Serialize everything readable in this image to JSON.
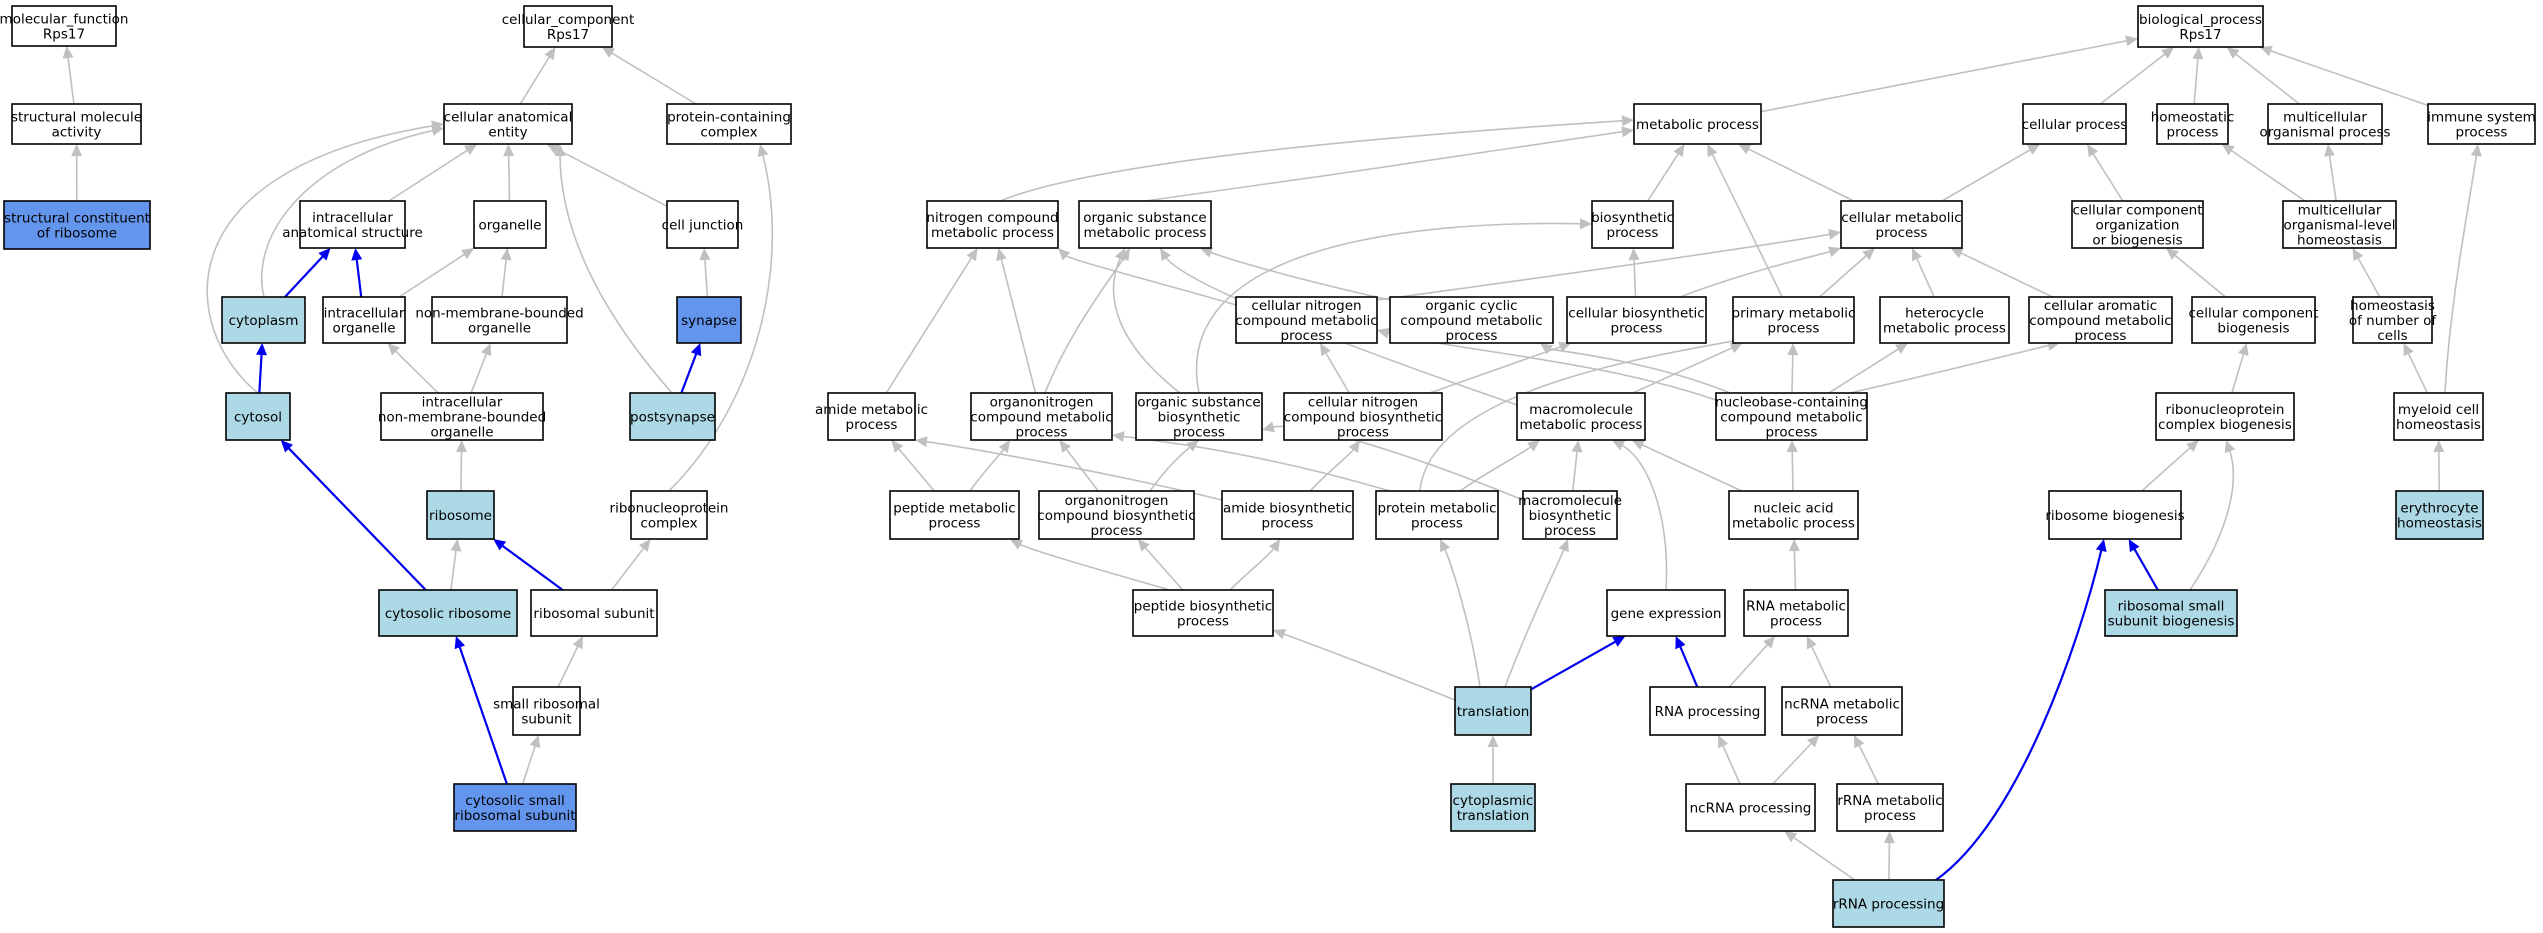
{
  "colors": {
    "default_fill": "#ffffff",
    "annotated_fill": "#add8e6",
    "direct_fill": "#6495ed",
    "grey_edge": "#c0c0c0",
    "blue_edge": "#0000ee",
    "border": "#000000"
  },
  "nodes": {
    "mf_root": {
      "lines": [
        "molecular_function",
        "Rps17"
      ],
      "fill": "default"
    },
    "struct_mol_act": {
      "lines": [
        "structural molecule",
        "activity"
      ],
      "fill": "default"
    },
    "struct_const_ribo": {
      "lines": [
        "structural constituent",
        "of ribosome"
      ],
      "fill": "direct"
    },
    "cc_root": {
      "lines": [
        "cellular_component",
        "Rps17"
      ],
      "fill": "default"
    },
    "cell_anat_entity": {
      "lines": [
        "cellular anatomical",
        "entity"
      ],
      "fill": "default"
    },
    "protein_cont_complex": {
      "lines": [
        "protein-containing",
        "complex"
      ],
      "fill": "default"
    },
    "intracell_anat": {
      "lines": [
        "intracellular",
        "anatomical structure"
      ],
      "fill": "default"
    },
    "organelle": {
      "lines": [
        "organelle"
      ],
      "fill": "default"
    },
    "cell_junction": {
      "lines": [
        "cell junction"
      ],
      "fill": "default"
    },
    "cytoplasm": {
      "lines": [
        "cytoplasm"
      ],
      "fill": "annotated"
    },
    "intracell_organelle": {
      "lines": [
        "intracellular",
        "organelle"
      ],
      "fill": "default"
    },
    "nonmem_organelle": {
      "lines": [
        "non-membrane-bounded",
        "organelle"
      ],
      "fill": "default"
    },
    "synapse": {
      "lines": [
        "synapse"
      ],
      "fill": "direct"
    },
    "cytosol": {
      "lines": [
        "cytosol"
      ],
      "fill": "annotated"
    },
    "intracell_nonmem": {
      "lines": [
        "intracellular",
        "non-membrane-bounded",
        "organelle"
      ],
      "fill": "default"
    },
    "postsynapse": {
      "lines": [
        "postsynapse"
      ],
      "fill": "annotated"
    },
    "ribosome": {
      "lines": [
        "ribosome"
      ],
      "fill": "annotated"
    },
    "rnp_complex": {
      "lines": [
        "ribonucleoprotein",
        "complex"
      ],
      "fill": "default"
    },
    "cytosolic_ribosome": {
      "lines": [
        "cytosolic ribosome"
      ],
      "fill": "annotated"
    },
    "ribosomal_subunit": {
      "lines": [
        "ribosomal subunit"
      ],
      "fill": "default"
    },
    "small_ribo_subunit": {
      "lines": [
        "small ribosomal",
        "subunit"
      ],
      "fill": "default"
    },
    "cytosolic_small_ribo": {
      "lines": [
        "cytosolic small",
        "ribosomal subunit"
      ],
      "fill": "direct"
    },
    "bp_root": {
      "lines": [
        "biological_process",
        "Rps17"
      ],
      "fill": "default"
    },
    "metabolic_process": {
      "lines": [
        "metabolic process"
      ],
      "fill": "default"
    },
    "cellular_process": {
      "lines": [
        "cellular process"
      ],
      "fill": "default"
    },
    "homeostatic_process": {
      "lines": [
        "homeostatic",
        "process"
      ],
      "fill": "default"
    },
    "multicell_org_process": {
      "lines": [
        "multicellular",
        "organismal process"
      ],
      "fill": "default"
    },
    "immune_system_process": {
      "lines": [
        "immune system",
        "process"
      ],
      "fill": "default"
    },
    "nitrogen_compound_met": {
      "lines": [
        "nitrogen compound",
        "metabolic process"
      ],
      "fill": "default"
    },
    "organic_subst_met": {
      "lines": [
        "organic substance",
        "metabolic process"
      ],
      "fill": "default"
    },
    "biosynthetic_process": {
      "lines": [
        "biosynthetic",
        "process"
      ],
      "fill": "default"
    },
    "cellular_met_process": {
      "lines": [
        "cellular metabolic",
        "process"
      ],
      "fill": "default"
    },
    "cc_org_biogenesis": {
      "lines": [
        "cellular component",
        "organization",
        "or biogenesis"
      ],
      "fill": "default"
    },
    "multicell_homeostasis": {
      "lines": [
        "multicellular",
        "organismal-level",
        "homeostasis"
      ],
      "fill": "default"
    },
    "cell_nitrogen_met": {
      "lines": [
        "cellular nitrogen",
        "compound metabolic",
        "process"
      ],
      "fill": "default"
    },
    "organic_cyclic_met": {
      "lines": [
        "organic cyclic",
        "compound metabolic",
        "process"
      ],
      "fill": "default"
    },
    "cell_biosynthetic": {
      "lines": [
        "cellular biosynthetic",
        "process"
      ],
      "fill": "default"
    },
    "primary_met": {
      "lines": [
        "primary metabolic",
        "process"
      ],
      "fill": "default"
    },
    "heterocycle_met": {
      "lines": [
        "heterocycle",
        "metabolic process"
      ],
      "fill": "default"
    },
    "cell_aromatic_met": {
      "lines": [
        "cellular aromatic",
        "compound metabolic",
        "process"
      ],
      "fill": "default"
    },
    "cc_biogenesis": {
      "lines": [
        "cellular component",
        "biogenesis"
      ],
      "fill": "default"
    },
    "homeostasis_cells": {
      "lines": [
        "homeostasis",
        "of number of",
        "cells"
      ],
      "fill": "default"
    },
    "amide_met": {
      "lines": [
        "amide metabolic",
        "process"
      ],
      "fill": "default"
    },
    "organonitrogen_met": {
      "lines": [
        "organonitrogen",
        "compound metabolic",
        "process"
      ],
      "fill": "default"
    },
    "organic_subst_biosyn": {
      "lines": [
        "organic substance",
        "biosynthetic",
        "process"
      ],
      "fill": "default"
    },
    "cell_nitrogen_biosyn": {
      "lines": [
        "cellular nitrogen",
        "compound biosynthetic",
        "process"
      ],
      "fill": "default"
    },
    "macromolecule_met": {
      "lines": [
        "macromolecule",
        "metabolic process"
      ],
      "fill": "default"
    },
    "nucleobase_met": {
      "lines": [
        "nucleobase-containing",
        "compound metabolic",
        "process"
      ],
      "fill": "default"
    },
    "rnp_complex_biogenesis": {
      "lines": [
        "ribonucleoprotein",
        "complex biogenesis"
      ],
      "fill": "default"
    },
    "myeloid_homeostasis": {
      "lines": [
        "myeloid cell",
        "homeostasis"
      ],
      "fill": "default"
    },
    "peptide_met": {
      "lines": [
        "peptide metabolic",
        "process"
      ],
      "fill": "default"
    },
    "organonitrogen_biosyn": {
      "lines": [
        "organonitrogen",
        "compound biosynthetic",
        "process"
      ],
      "fill": "default"
    },
    "amide_biosyn": {
      "lines": [
        "amide biosynthetic",
        "process"
      ],
      "fill": "default"
    },
    "protein_met": {
      "lines": [
        "protein metabolic",
        "process"
      ],
      "fill": "default"
    },
    "macromolecule_biosyn": {
      "lines": [
        "macromolecule",
        "biosynthetic",
        "process"
      ],
      "fill": "default"
    },
    "nucleic_acid_met": {
      "lines": [
        "nucleic acid",
        "metabolic process"
      ],
      "fill": "default"
    },
    "ribosome_biogenesis": {
      "lines": [
        "ribosome biogenesis"
      ],
      "fill": "default"
    },
    "erythrocyte_homeostasis": {
      "lines": [
        "erythrocyte",
        "homeostasis"
      ],
      "fill": "annotated"
    },
    "peptide_biosyn": {
      "lines": [
        "peptide biosynthetic",
        "process"
      ],
      "fill": "default"
    },
    "gene_expression": {
      "lines": [
        "gene expression"
      ],
      "fill": "default"
    },
    "rna_met": {
      "lines": [
        "RNA metabolic",
        "process"
      ],
      "fill": "default"
    },
    "ribo_small_biogenesis": {
      "lines": [
        "ribosomal small",
        "subunit biogenesis"
      ],
      "fill": "annotated"
    },
    "translation": {
      "lines": [
        "translation"
      ],
      "fill": "annotated"
    },
    "rna_processing": {
      "lines": [
        "RNA processing"
      ],
      "fill": "default"
    },
    "ncrna_met": {
      "lines": [
        "ncRNA metabolic",
        "process"
      ],
      "fill": "default"
    },
    "ncrna_processing": {
      "lines": [
        "ncRNA processing"
      ],
      "fill": "default"
    },
    "rrna_met": {
      "lines": [
        "rRNA metabolic",
        "process"
      ],
      "fill": "default"
    },
    "cytoplasmic_translation": {
      "lines": [
        "cytoplasmic",
        "translation"
      ],
      "fill": "annotated"
    },
    "rrna_processing": {
      "lines": [
        "rRNA processing"
      ],
      "fill": "annotated"
    }
  },
  "edges": [
    {
      "from": "struct_mol_act",
      "to": "mf_root",
      "color": "grey"
    },
    {
      "from": "struct_const_ribo",
      "to": "struct_mol_act",
      "color": "grey"
    },
    {
      "from": "cell_anat_entity",
      "to": "cc_root",
      "color": "grey"
    },
    {
      "from": "protein_cont_complex",
      "to": "cc_root",
      "color": "grey"
    },
    {
      "from": "intracell_anat",
      "to": "cell_anat_entity",
      "color": "grey"
    },
    {
      "from": "organelle",
      "to": "cell_anat_entity",
      "color": "grey"
    },
    {
      "from": "cell_junction",
      "to": "cell_anat_entity",
      "color": "grey"
    },
    {
      "from": "cytoplasm",
      "to": "cell_anat_entity",
      "color": "grey"
    },
    {
      "from": "cytosol",
      "to": "cell_anat_entity",
      "color": "grey"
    },
    {
      "from": "postsynapse",
      "to": "cell_anat_entity",
      "color": "grey"
    },
    {
      "from": "cytoplasm",
      "to": "intracell_anat",
      "color": "blue"
    },
    {
      "from": "intracell_organelle",
      "to": "intracell_anat",
      "color": "blue"
    },
    {
      "from": "intracell_organelle",
      "to": "organelle",
      "color": "grey"
    },
    {
      "from": "nonmem_organelle",
      "to": "organelle",
      "color": "grey"
    },
    {
      "from": "synapse",
      "to": "cell_junction",
      "color": "grey"
    },
    {
      "from": "cytosol",
      "to": "cytoplasm",
      "color": "blue"
    },
    {
      "from": "intracell_nonmem",
      "to": "intracell_organelle",
      "color": "grey"
    },
    {
      "from": "intracell_nonmem",
      "to": "nonmem_organelle",
      "color": "grey"
    },
    {
      "from": "postsynapse",
      "to": "synapse",
      "color": "blue"
    },
    {
      "from": "ribosome",
      "to": "intracell_nonmem",
      "color": "grey"
    },
    {
      "from": "rnp_complex",
      "to": "protein_cont_complex",
      "color": "grey"
    },
    {
      "from": "cytosolic_ribosome",
      "to": "cytosol",
      "color": "blue"
    },
    {
      "from": "cytosolic_ribosome",
      "to": "ribosome",
      "color": "grey"
    },
    {
      "from": "ribosomal_subunit",
      "to": "ribosome",
      "color": "blue"
    },
    {
      "from": "ribosomal_subunit",
      "to": "rnp_complex",
      "color": "grey"
    },
    {
      "from": "small_ribo_subunit",
      "to": "ribosomal_subunit",
      "color": "grey"
    },
    {
      "from": "cytosolic_small_ribo",
      "to": "cytosolic_ribosome",
      "color": "blue"
    },
    {
      "from": "cytosolic_small_ribo",
      "to": "small_ribo_subunit",
      "color": "grey"
    },
    {
      "from": "metabolic_process",
      "to": "bp_root",
      "color": "grey"
    },
    {
      "from": "cellular_process",
      "to": "bp_root",
      "color": "grey"
    },
    {
      "from": "homeostatic_process",
      "to": "bp_root",
      "color": "grey"
    },
    {
      "from": "multicell_org_process",
      "to": "bp_root",
      "color": "grey"
    },
    {
      "from": "immune_system_process",
      "to": "bp_root",
      "color": "grey"
    },
    {
      "from": "nitrogen_compound_met",
      "to": "metabolic_process",
      "color": "grey"
    },
    {
      "from": "organic_subst_met",
      "to": "metabolic_process",
      "color": "grey"
    },
    {
      "from": "biosynthetic_process",
      "to": "metabolic_process",
      "color": "grey"
    },
    {
      "from": "cellular_met_process",
      "to": "metabolic_process",
      "color": "grey"
    },
    {
      "from": "primary_met",
      "to": "metabolic_process",
      "color": "grey"
    },
    {
      "from": "cellular_met_process",
      "to": "cellular_process",
      "color": "grey"
    },
    {
      "from": "cc_org_biogenesis",
      "to": "cellular_process",
      "color": "grey"
    },
    {
      "from": "multicell_homeostasis",
      "to": "homeostatic_process",
      "color": "grey"
    },
    {
      "from": "multicell_homeostasis",
      "to": "multicell_org_process",
      "color": "grey"
    },
    {
      "from": "myeloid_homeostasis",
      "to": "immune_system_process",
      "color": "grey"
    },
    {
      "from": "cell_nitrogen_met",
      "to": "nitrogen_compound_met",
      "color": "grey"
    },
    {
      "from": "cell_nitrogen_met",
      "to": "cellular_met_process",
      "color": "grey"
    },
    {
      "from": "organic_cyclic_met",
      "to": "organic_subst_met",
      "color": "grey"
    },
    {
      "from": "cell_biosynthetic",
      "to": "biosynthetic_process",
      "color": "grey"
    },
    {
      "from": "cell_biosynthetic",
      "to": "cellular_met_process",
      "color": "grey"
    },
    {
      "from": "primary_met",
      "to": "cellular_met_process",
      "color": "grey"
    },
    {
      "from": "heterocycle_met",
      "to": "cellular_met_process",
      "color": "grey"
    },
    {
      "from": "cell_aromatic_met",
      "to": "cellular_met_process",
      "color": "grey"
    },
    {
      "from": "cc_biogenesis",
      "to": "cc_org_biogenesis",
      "color": "grey"
    },
    {
      "from": "homeostasis_cells",
      "to": "multicell_homeostasis",
      "color": "grey"
    },
    {
      "from": "amide_met",
      "to": "nitrogen_compound_met",
      "color": "grey"
    },
    {
      "from": "organonitrogen_met",
      "to": "nitrogen_compound_met",
      "color": "grey"
    },
    {
      "from": "organonitrogen_met",
      "to": "organic_subst_met",
      "color": "grey"
    },
    {
      "from": "organic_subst_biosyn",
      "to": "organic_subst_met",
      "color": "grey"
    },
    {
      "from": "organic_subst_biosyn",
      "to": "biosynthetic_process",
      "color": "grey"
    },
    {
      "from": "cell_nitrogen_biosyn",
      "to": "cell_nitrogen_met",
      "color": "grey"
    },
    {
      "from": "cell_nitrogen_biosyn",
      "to": "cell_biosynthetic",
      "color": "grey"
    },
    {
      "from": "macromolecule_met",
      "to": "organic_subst_met",
      "color": "grey"
    },
    {
      "from": "macromolecule_met",
      "to": "primary_met",
      "color": "grey"
    },
    {
      "from": "nucleobase_met",
      "to": "cell_nitrogen_met",
      "color": "grey"
    },
    {
      "from": "nucleobase_met",
      "to": "organic_cyclic_met",
      "color": "grey"
    },
    {
      "from": "nucleobase_met",
      "to": "primary_met",
      "color": "grey"
    },
    {
      "from": "nucleobase_met",
      "to": "heterocycle_met",
      "color": "grey"
    },
    {
      "from": "nucleobase_met",
      "to": "cell_aromatic_met",
      "color": "grey"
    },
    {
      "from": "rnp_complex_biogenesis",
      "to": "cc_biogenesis",
      "color": "grey"
    },
    {
      "from": "myeloid_homeostasis",
      "to": "homeostasis_cells",
      "color": "grey"
    },
    {
      "from": "peptide_met",
      "to": "amide_met",
      "color": "grey"
    },
    {
      "from": "peptide_met",
      "to": "organonitrogen_met",
      "color": "grey"
    },
    {
      "from": "organonitrogen_biosyn",
      "to": "organonitrogen_met",
      "color": "grey"
    },
    {
      "from": "organonitrogen_biosyn",
      "to": "organic_subst_biosyn",
      "color": "grey"
    },
    {
      "from": "amide_biosyn",
      "to": "amide_met",
      "color": "grey"
    },
    {
      "from": "amide_biosyn",
      "to": "cell_nitrogen_biosyn",
      "color": "grey"
    },
    {
      "from": "protein_met",
      "to": "organonitrogen_met",
      "color": "grey"
    },
    {
      "from": "protein_met",
      "to": "macromolecule_met",
      "color": "grey"
    },
    {
      "from": "protein_met",
      "to": "primary_met",
      "color": "grey"
    },
    {
      "from": "macromolecule_biosyn",
      "to": "organic_subst_biosyn",
      "color": "grey"
    },
    {
      "from": "macromolecule_biosyn",
      "to": "macromolecule_met",
      "color": "grey"
    },
    {
      "from": "nucleic_acid_met",
      "to": "macromolecule_met",
      "color": "grey"
    },
    {
      "from": "nucleic_acid_met",
      "to": "nucleobase_met",
      "color": "grey"
    },
    {
      "from": "ribosome_biogenesis",
      "to": "rnp_complex_biogenesis",
      "color": "grey"
    },
    {
      "from": "erythrocyte_homeostasis",
      "to": "myeloid_homeostasis",
      "color": "grey"
    },
    {
      "from": "peptide_biosyn",
      "to": "peptide_met",
      "color": "grey"
    },
    {
      "from": "peptide_biosyn",
      "to": "organonitrogen_biosyn",
      "color": "grey"
    },
    {
      "from": "peptide_biosyn",
      "to": "amide_biosyn",
      "color": "grey"
    },
    {
      "from": "gene_expression",
      "to": "macromolecule_met",
      "color": "grey"
    },
    {
      "from": "rna_met",
      "to": "nucleic_acid_met",
      "color": "grey"
    },
    {
      "from": "ribo_small_biogenesis",
      "to": "ribosome_biogenesis",
      "color": "blue"
    },
    {
      "from": "ribo_small_biogenesis",
      "to": "rnp_complex_biogenesis",
      "color": "grey"
    },
    {
      "from": "translation",
      "to": "peptide_biosyn",
      "color": "grey"
    },
    {
      "from": "translation",
      "to": "protein_met",
      "color": "grey"
    },
    {
      "from": "translation",
      "to": "macromolecule_biosyn",
      "color": "grey"
    },
    {
      "from": "translation",
      "to": "gene_expression",
      "color": "blue"
    },
    {
      "from": "rna_processing",
      "to": "gene_expression",
      "color": "blue"
    },
    {
      "from": "rna_processing",
      "to": "rna_met",
      "color": "grey"
    },
    {
      "from": "ncrna_met",
      "to": "rna_met",
      "color": "grey"
    },
    {
      "from": "ncrna_processing",
      "to": "rna_processing",
      "color": "grey"
    },
    {
      "from": "ncrna_processing",
      "to": "ncrna_met",
      "color": "grey"
    },
    {
      "from": "rrna_met",
      "to": "ncrna_met",
      "color": "grey"
    },
    {
      "from": "cytoplasmic_translation",
      "to": "translation",
      "color": "grey"
    },
    {
      "from": "rrna_processing",
      "to": "ncrna_processing",
      "color": "grey"
    },
    {
      "from": "rrna_processing",
      "to": "rrna_met",
      "color": "grey"
    },
    {
      "from": "rrna_processing",
      "to": "ribosome_biogenesis",
      "color": "blue"
    }
  ]
}
